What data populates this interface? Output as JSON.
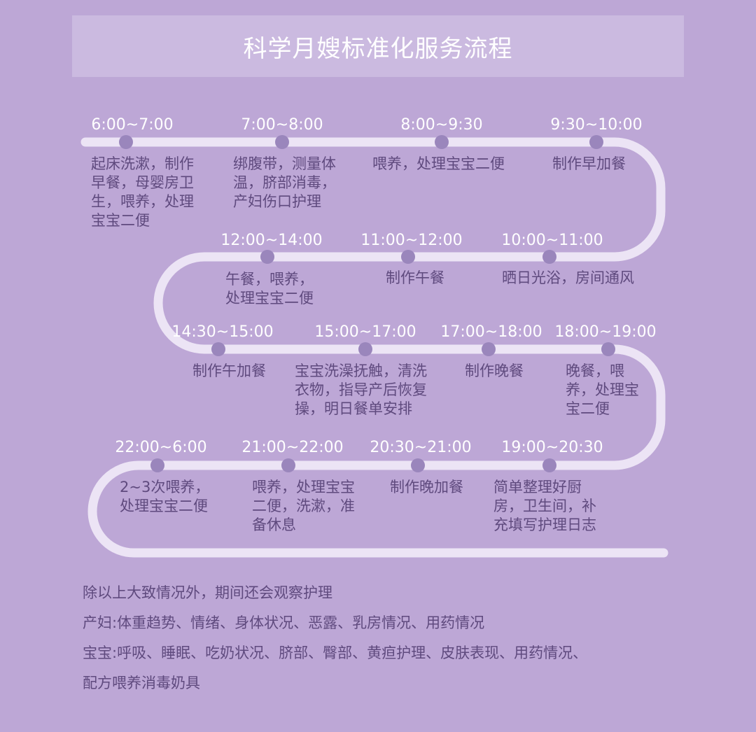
{
  "title": "科学月嫂标准化服务流程",
  "colors": {
    "background": "#bda7d6",
    "banner": "#cbbae0",
    "path": "#ece4f5",
    "dot": "#9a86bc",
    "text": "#5f4a7e"
  },
  "steps": [
    {
      "time": "6:00~7:00",
      "lines": [
        "起床洗漱，制作",
        "早餐，母婴房卫",
        "生，喂养，处理",
        "宝宝二便"
      ]
    },
    {
      "time": "7:00~8:00",
      "lines": [
        "绑腹带，测量体",
        "温，脐部消毒，",
        "产妇伤口护理"
      ]
    },
    {
      "time": "8:00~9:30",
      "lines": [
        "喂养，处理宝宝二便"
      ]
    },
    {
      "time": "9:30~10:00",
      "lines": [
        "制作早加餐"
      ]
    },
    {
      "time": "10:00~11:00",
      "lines": [
        "晒日光浴，房间通风"
      ]
    },
    {
      "time": "11:00~12:00",
      "lines": [
        "制作午餐"
      ]
    },
    {
      "time": "12:00~14:00",
      "lines": [
        "午餐，喂养，",
        "处理宝宝二便"
      ]
    },
    {
      "time": "14:30~15:00",
      "lines": [
        "制作午加餐"
      ]
    },
    {
      "time": "15:00~17:00",
      "lines": [
        "宝宝洗澡抚触，清洗",
        "衣物，指导产后恢复",
        "操，明日餐单安排"
      ]
    },
    {
      "time": "17:00~18:00",
      "lines": [
        "制作晚餐"
      ]
    },
    {
      "time": "18:00~19:00",
      "lines": [
        "晚餐，喂",
        "养，处理宝",
        "宝二便"
      ]
    },
    {
      "time": "19:00~20:30",
      "lines": [
        "简单整理好厨",
        "房，卫生间，补",
        "充填写护理日志"
      ]
    },
    {
      "time": "20:30~21:00",
      "lines": [
        "制作晚加餐"
      ]
    },
    {
      "time": "21:00~22:00",
      "lines": [
        "喂养，处理宝宝",
        "二便，洗漱，准",
        "备休息"
      ]
    },
    {
      "time": "22:00~6:00",
      "lines": [
        "2~3次喂养，",
        "处理宝宝二便"
      ]
    }
  ],
  "notes": {
    "line1": "除以上大致情况外，期间还会观察护理",
    "line2": "产妇:体重趋势、情绪、身体状况、恶露、乳房情况、用药情况",
    "line3": "宝宝:呼吸、睡眠、吃奶状况、脐部、臀部、黄疸护理、皮肤表现、用药情况、",
    "line4": "配方喂养消毒奶具"
  }
}
